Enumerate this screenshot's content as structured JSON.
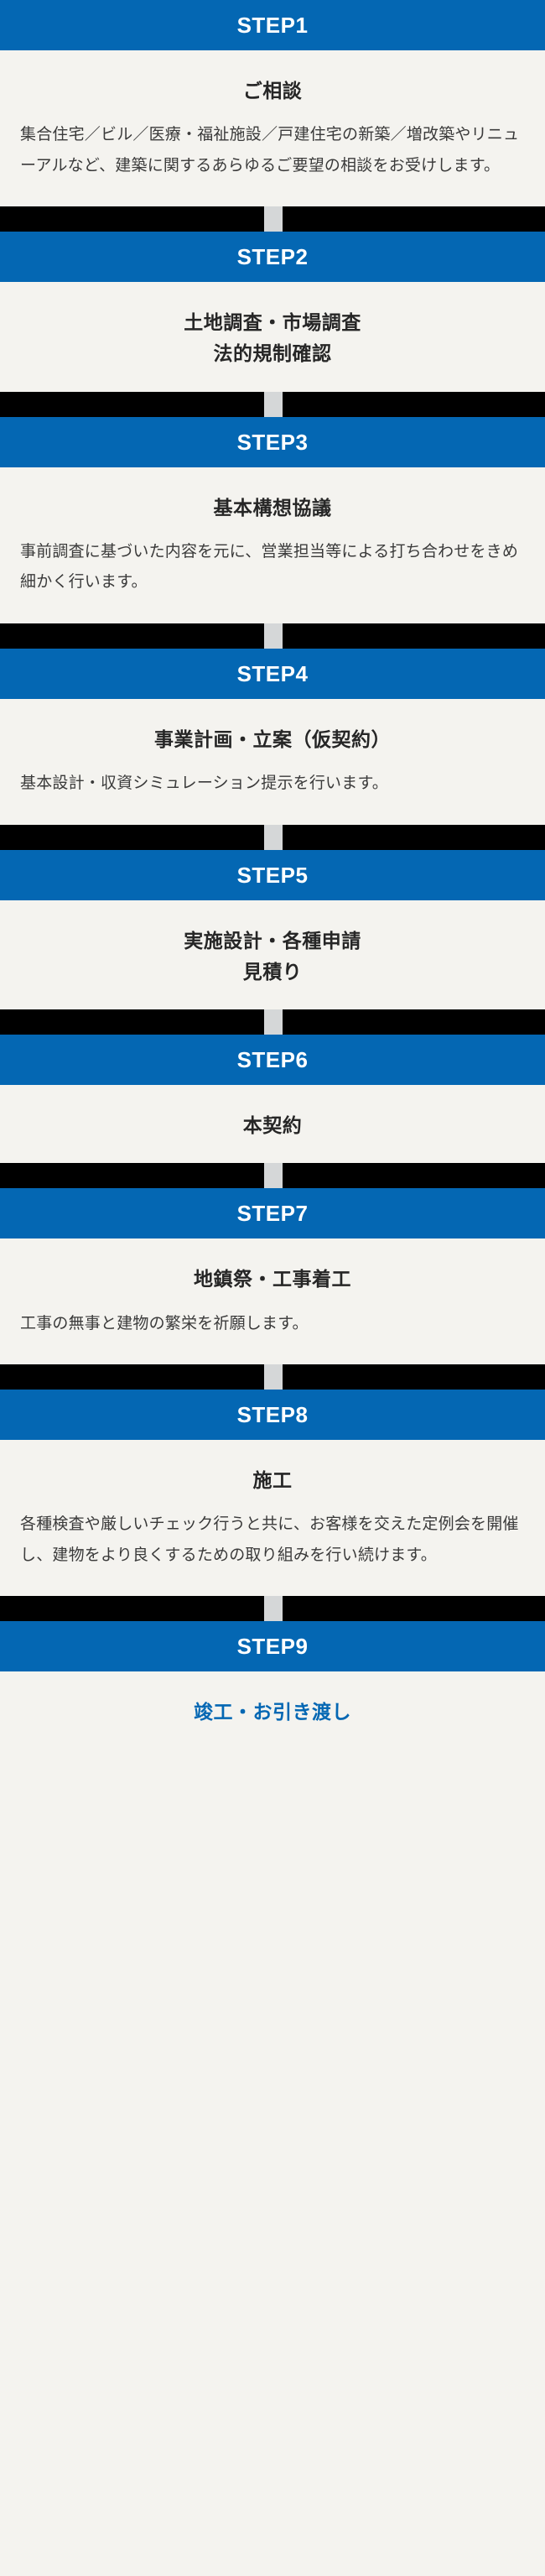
{
  "theme": {
    "accent": "#0467b3",
    "header_text": "#ffffff",
    "body_bg": "#f4f3ef",
    "connector_bg": "#000000",
    "notch": "#d5d7d8",
    "title_color": "#262626",
    "desc_color": "#3a3a3a"
  },
  "steps": [
    {
      "step_label": "STEP1",
      "title_lines": [
        "ご相談"
      ],
      "description": "集合住宅／ビル／医療・福祉施設／戸建住宅の新築／増改築やリニューアルなど、建築に関するあらゆるご要望の相談をお受けします。"
    },
    {
      "step_label": "STEP2",
      "title_lines": [
        "土地調査・市場調査",
        "法的規制確認"
      ],
      "description": ""
    },
    {
      "step_label": "STEP3",
      "title_lines": [
        "基本構想協議"
      ],
      "description": "事前調査に基づいた内容を元に、営業担当等による打ち合わせをきめ細かく行います。"
    },
    {
      "step_label": "STEP4",
      "title_lines": [
        "事業計画・立案（仮契約）"
      ],
      "description": "基本設計・収資シミュレーション提示を行います。"
    },
    {
      "step_label": "STEP5",
      "title_lines": [
        "実施設計・各種申請",
        "見積り"
      ],
      "description": ""
    },
    {
      "step_label": "STEP6",
      "title_lines": [
        "本契約"
      ],
      "description": ""
    },
    {
      "step_label": "STEP7",
      "title_lines": [
        "地鎮祭・工事着工"
      ],
      "description": "工事の無事と建物の繁栄を祈願します。"
    },
    {
      "step_label": "STEP8",
      "title_lines": [
        "施工"
      ],
      "description": "各種検査や厳しいチェック行うと共に、お客様を交えた定例会を開催し、建物をより良くするための取り組みを行い続けます。"
    },
    {
      "step_label": "STEP9",
      "title_lines": [
        "竣工・お引き渡し"
      ],
      "description": "",
      "title_accent": true
    }
  ]
}
